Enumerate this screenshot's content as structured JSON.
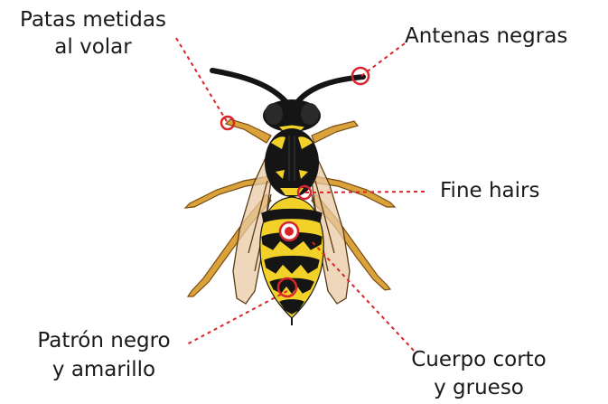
{
  "labels": {
    "legs": [
      "Patas metidas",
      "al volar"
    ],
    "antennae": "Antenas negras",
    "hairs": "Fine hairs",
    "pattern": [
      "Patrón negro",
      "y amarillo"
    ],
    "body": [
      "Cuerpo corto",
      "y grueso"
    ]
  },
  "colors": {
    "callout_line": "#d9252a",
    "callout_circle": "#d9252a",
    "yellow": "#f2d129",
    "black": "#151515",
    "leg_orange": "#d9a23a",
    "wing": "#e8c9a3"
  },
  "icons": {
    "subject": "wasp-illustration"
  }
}
